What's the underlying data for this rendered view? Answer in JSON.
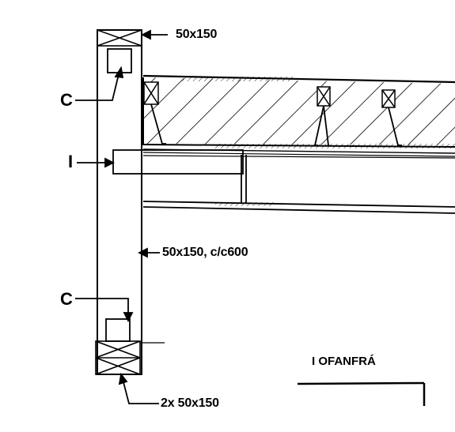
{
  "labels": {
    "top_member": "50x150",
    "stud_spacing": "50x150, c/c600",
    "bottom_plate": "2x 50x150",
    "tag_c_upper": "C",
    "tag_c_lower": "C",
    "tag_i": "I",
    "section_title": "I OFANFRÁ"
  },
  "colors": {
    "ink": "#000000",
    "paper": "#ffffff"
  }
}
